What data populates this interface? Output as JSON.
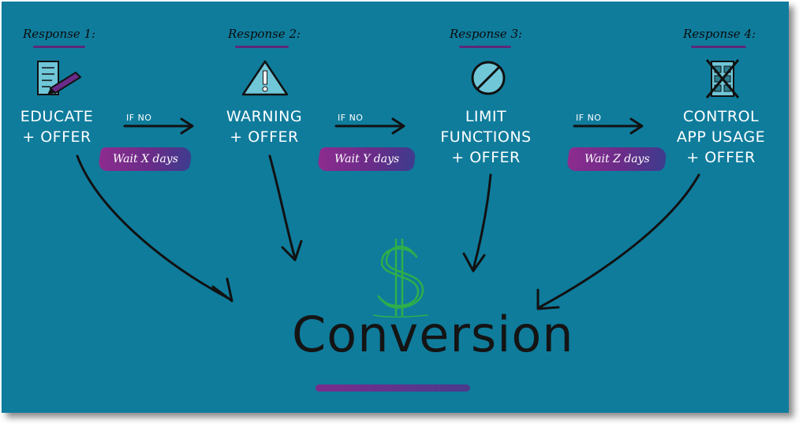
{
  "steps": [
    {
      "response_label": "Response 1:",
      "line1": "EDUCATE",
      "line2": "+ OFFER",
      "line3": "",
      "icon": "edit-document-icon"
    },
    {
      "response_label": "Response 2:",
      "line1": "WARNING",
      "line2": "+ OFFER",
      "line3": "",
      "icon": "warning-triangle-icon"
    },
    {
      "response_label": "Response 3:",
      "line1": "LIMIT",
      "line2": "FUNCTIONS",
      "line3": "+ OFFER",
      "icon": "prohibited-icon"
    },
    {
      "response_label": "Response 4:",
      "line1": "CONTROL",
      "line2": "APP USAGE",
      "line3": "+ OFFER",
      "icon": "blocked-app-icon"
    }
  ],
  "transitions": [
    {
      "condition": "IF NO",
      "wait": "Wait X days"
    },
    {
      "condition": "IF NO",
      "wait": "Wait Y days"
    },
    {
      "condition": "IF NO",
      "wait": "Wait Z days"
    }
  ],
  "outcome": {
    "label": "Conversion",
    "icon": "dollar-sign-icon"
  },
  "colors": {
    "background": "#0f7c9c",
    "text": "#ffffff",
    "wait_banner": "#6a2c88",
    "dollar": "#2fae4a",
    "ink": "#141414"
  }
}
